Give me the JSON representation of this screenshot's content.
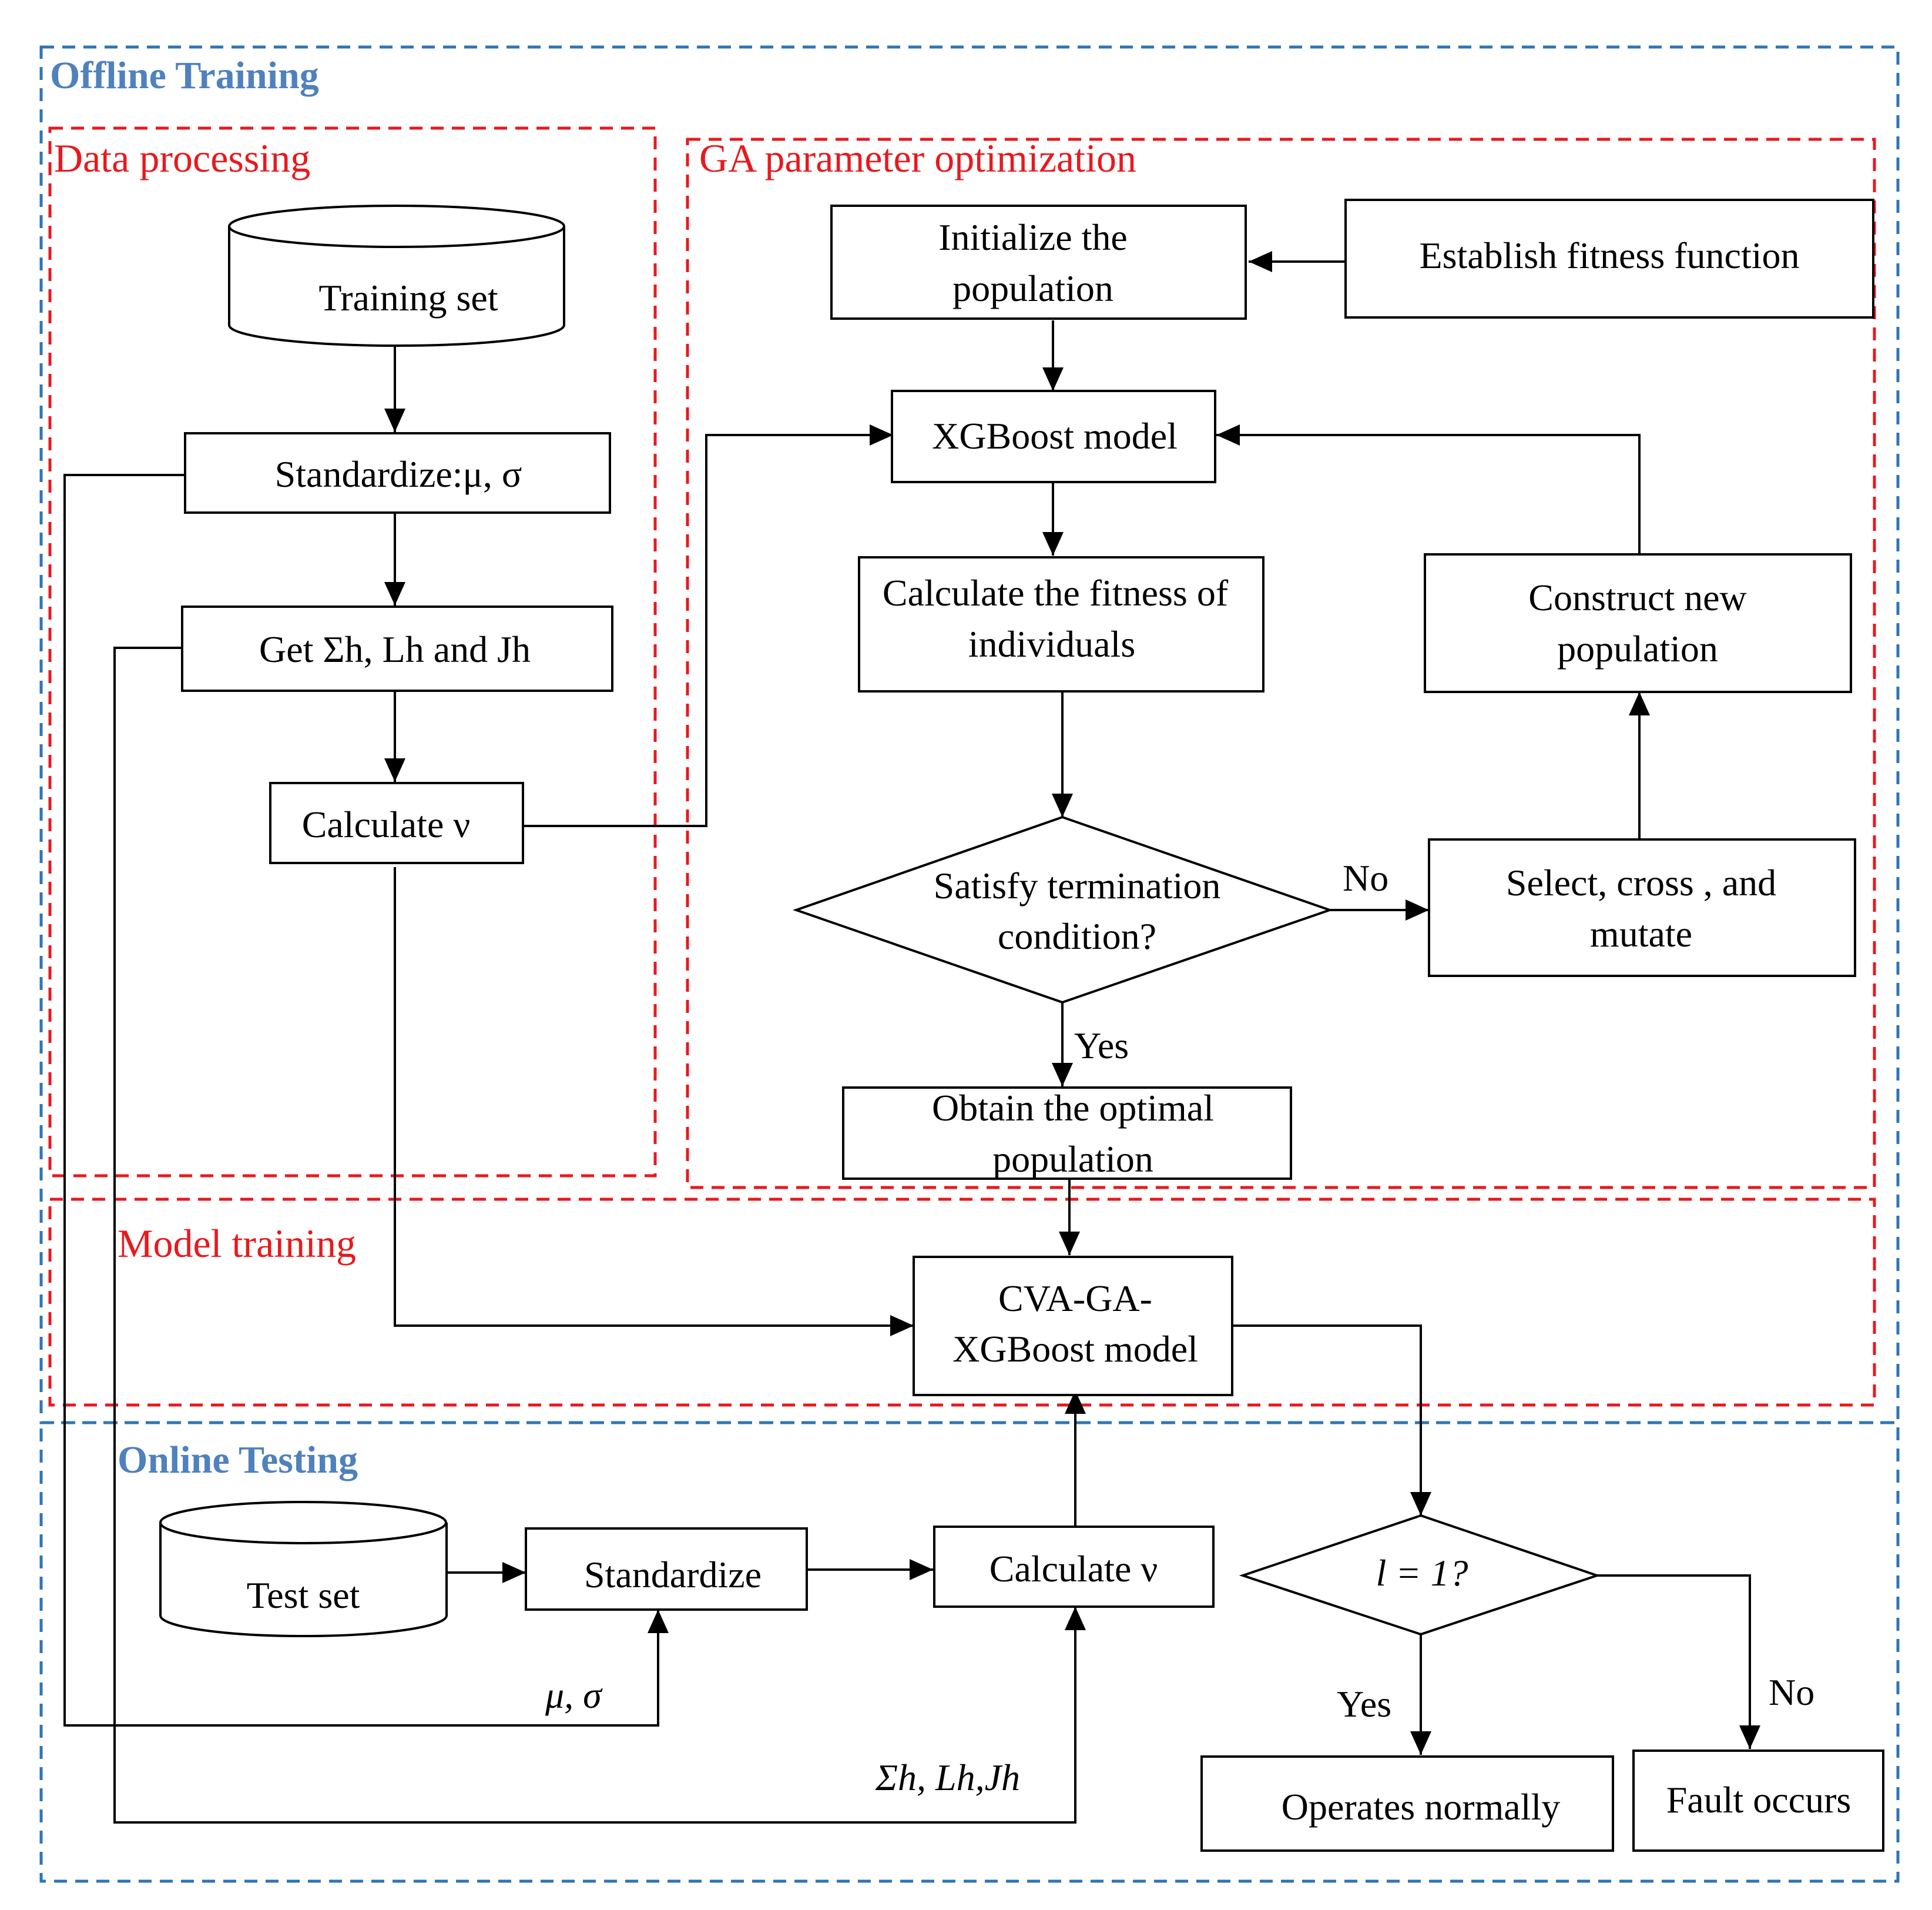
{
  "sections": {
    "offline_training": "Offline Training",
    "online_testing": "Online Testing",
    "data_processing": "Data processing",
    "ga_optimization": "GA parameter optimization",
    "model_training": "Model training"
  },
  "nodes": {
    "training_set": "Training set",
    "standardize_train": "Standardize:μ, σ",
    "get_matrices": "Get Σh, Lh and Jh",
    "calculate_v_train": "Calculate ν",
    "init_population_1": "Initialize the",
    "init_population_2": "population",
    "establish_fitness": "Establish fitness function",
    "xgboost_model": "XGBoost model",
    "calc_fitness_1": "Calculate the fitness of",
    "calc_fitness_2": "individuals",
    "construct_population_1": "Construct new",
    "construct_population_2": "population",
    "termination_1": "Satisfy termination",
    "termination_2": "condition?",
    "select_cross_1": "Select, cross , and",
    "select_cross_2": "mutate",
    "optimal_population_1": "Obtain the optimal",
    "optimal_population_2": "population",
    "cva_model_1": "CVA-GA-",
    "cva_model_2": "XGBoost model",
    "test_set": "Test set",
    "standardize_test": "Standardize",
    "calculate_v_test": "Calculate ν",
    "decision_l": "l = 1?",
    "operates_normally": "Operates normally",
    "fault_occurs": "Fault occurs"
  },
  "edge_labels": {
    "no_termination": "No",
    "yes_termination": "Yes",
    "yes_decision": "Yes",
    "no_decision": "No",
    "mu_sigma": "μ, σ",
    "sigma_l_j": "Σh, Lh,Jh"
  },
  "colors": {
    "offline_frame": "#2E75B6",
    "online_frame": "#2E75B6",
    "section_frame": "#E8191E",
    "section_label_blue": "#4F81BD",
    "section_label_red": "#E8191E"
  }
}
